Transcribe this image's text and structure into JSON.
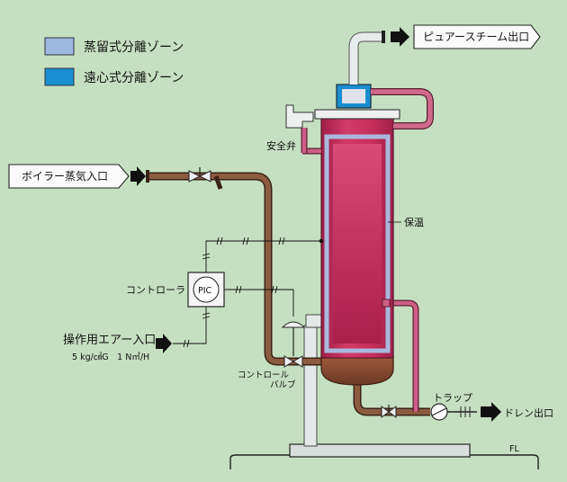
{
  "legend": [
    {
      "label": "蒸留式分離ゾーン",
      "color": "#9db7e0"
    },
    {
      "label": "遠心式分離ゾーン",
      "color": "#1a8ed0"
    }
  ],
  "labels": {
    "pure_steam_outlet": "ピュアースチーム出口",
    "boiler_steam_inlet": "ボイラー蒸気入口",
    "safety_valve": "安全弁",
    "insulation": "保温",
    "controller": "コントローラ",
    "pic": "PIC",
    "operating_air_inlet": "操作用エアー入口",
    "air_spec": "5 kg/㎠G　1 N㎥/H",
    "control_valve": "コントロール\nバルブ",
    "control_valve_line1": "コントロール",
    "control_valve_line2": "バルブ",
    "trap": "トラップ",
    "drain_outlet": "ドレン出口",
    "floor": "FL"
  },
  "colors": {
    "background": "#c5e0c0",
    "vessel_fill": "#c8315f",
    "insulation": "#a8b8dc",
    "steam_pipe": "#8a5a3e",
    "pink_pipe": "#d06a8c",
    "support": "#e0e4e4"
  }
}
